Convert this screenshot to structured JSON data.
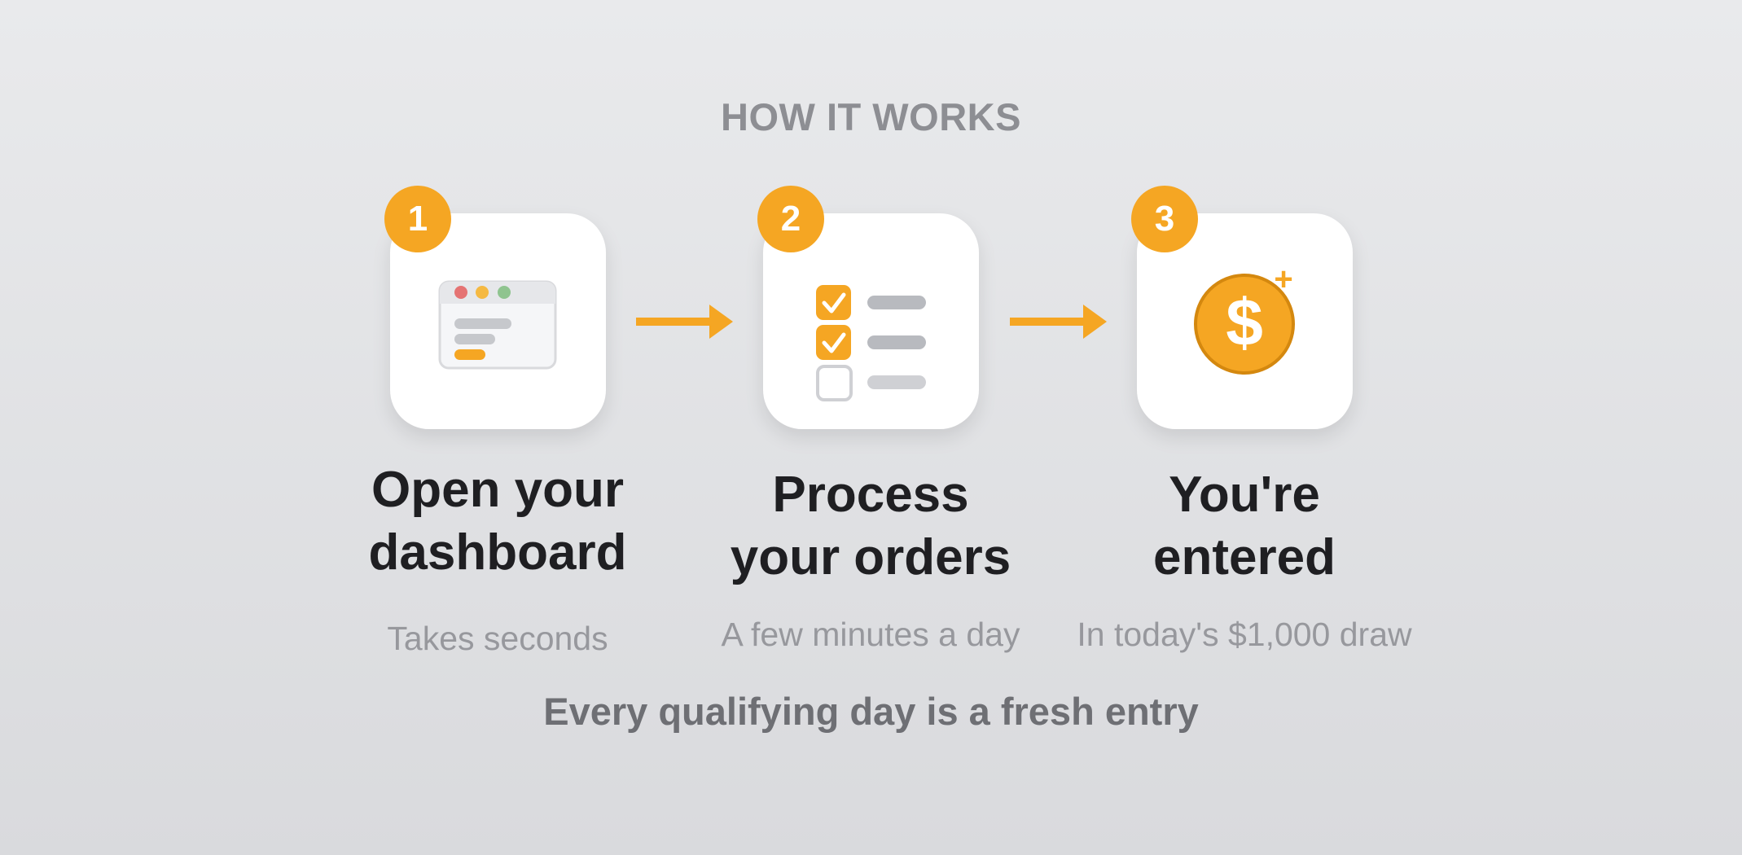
{
  "heading": "HOW IT WORKS",
  "colors": {
    "accent": "#f5a623",
    "title": "#1f1f22",
    "muted": "#97989d"
  },
  "steps": [
    {
      "number": "1",
      "title_line1": "Open your",
      "title_line2": "dashboard",
      "subtitle": "Takes seconds",
      "icon": "dashboard-window-icon"
    },
    {
      "number": "2",
      "title_line1": "Process",
      "title_line2": "your orders",
      "subtitle": "A few minutes a day",
      "icon": "checklist-icon"
    },
    {
      "number": "3",
      "title_line1": "You're",
      "title_line2": "entered",
      "subtitle": "In today's $1,000 draw",
      "icon": "dollar-coin-icon"
    }
  ],
  "coin_symbol": "$",
  "coin_plus": "+",
  "footer": "Every qualifying day is a fresh entry"
}
